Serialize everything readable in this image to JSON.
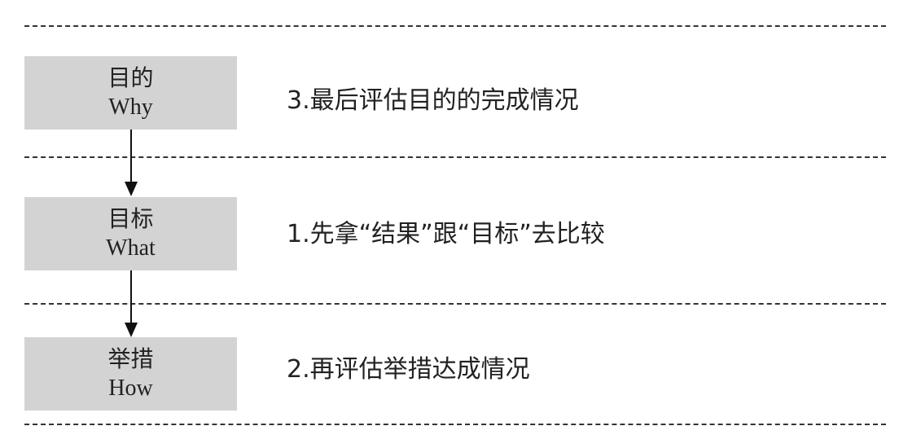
{
  "rows": [
    {
      "box_cn": "目的",
      "box_en": "Why",
      "description": "3.最后评估目的的完成情况"
    },
    {
      "box_cn": "目标",
      "box_en": "What",
      "description": "1.先拿“结果”跟“目标”去比较"
    },
    {
      "box_cn": "举措",
      "box_en": "How",
      "description": "2.再评估举措达成情况"
    }
  ],
  "colors": {
    "box_fill": "#d3d3d3",
    "line": "#333333",
    "text": "#222222"
  }
}
